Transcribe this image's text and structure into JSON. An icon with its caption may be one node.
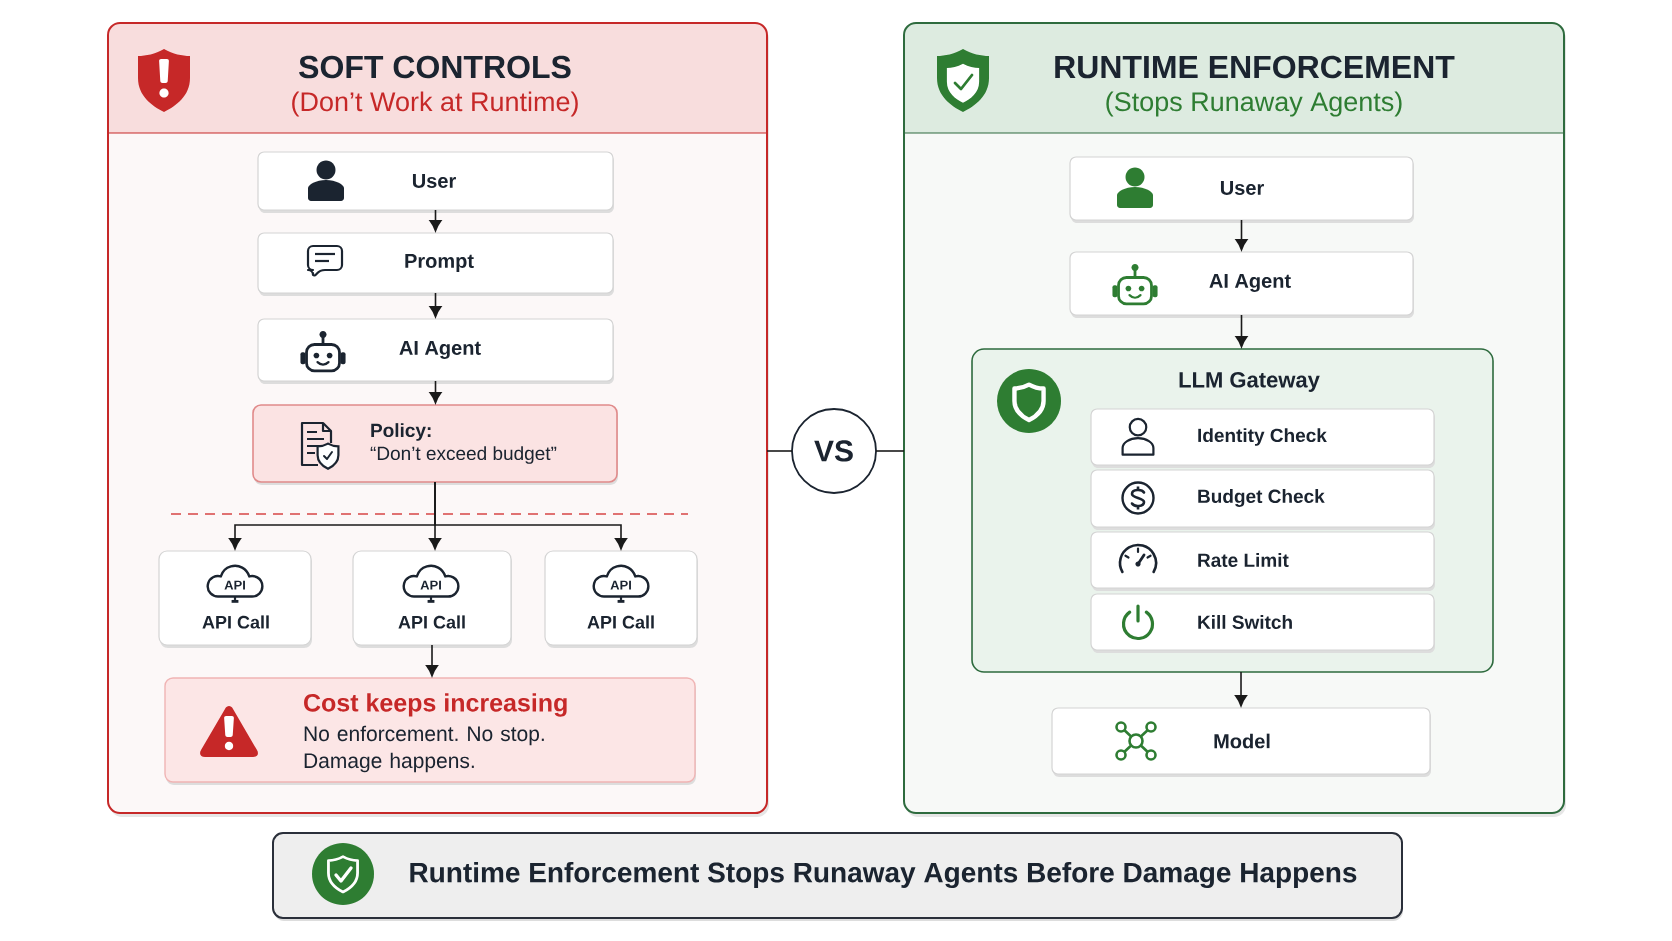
{
  "diagram": {
    "nodes": [
      {
        "text": [
          "SOFT CONTROLS",
          "(Don’t Work at Runtime)"
        ]
      },
      {
        "text": [
          "User"
        ],
        "in": 0
      },
      {
        "text": [
          "Prompt"
        ],
        "in": 0
      },
      {
        "text": [
          "AI Agent"
        ],
        "in": 0
      },
      {
        "text": [
          "Policy:",
          "“Don’t exceed budget”"
        ],
        "in": 0
      },
      {
        "text": [
          "API",
          "API Call"
        ],
        "in": 0
      },
      {
        "text": [
          "API",
          "API Call"
        ],
        "in": 0
      },
      {
        "text": [
          "API",
          "API Call"
        ],
        "in": 0
      },
      {
        "text": [
          "Cost keeps increasing",
          "No enforcement. No stop. Damage happens."
        ],
        "in": 0
      },
      {
        "text": [
          "VS"
        ]
      },
      {
        "text": [
          "RUNTIME ENFORCEMENT",
          "(Stops Runaway Agents)"
        ]
      },
      {
        "text": [
          "User"
        ],
        "in": 10
      },
      {
        "text": [
          "AI Agent"
        ],
        "in": 10
      },
      {
        "text": [
          "LLM Gateway"
        ],
        "in": 10
      },
      {
        "text": [
          "Identity Check"
        ],
        "in": 13
      },
      {
        "text": [
          "Budget Check"
        ],
        "in": 13
      },
      {
        "text": [
          "Rate Limit"
        ],
        "in": 13
      },
      {
        "text": [
          "Kill Switch"
        ],
        "in": 13
      },
      {
        "text": [
          "Model"
        ],
        "in": 10
      },
      {
        "text": [
          "Runtime Enforcement Stops Runaway Agents Before Damage Happens"
        ]
      }
    ],
    "edges": [
      {
        "from": 1,
        "to": 2,
        "arrow": "to"
      },
      {
        "from": 2,
        "to": 3,
        "arrow": "to"
      },
      {
        "from": 3,
        "to": 4,
        "arrow": "to"
      },
      {
        "from": 4,
        "to": 5,
        "arrow": "to"
      },
      {
        "from": 4,
        "to": 6,
        "arrow": "to"
      },
      {
        "from": 4,
        "to": 7,
        "arrow": "to"
      },
      {
        "from": 6,
        "to": 8,
        "arrow": "to"
      },
      {
        "from": 9,
        "to": 0,
        "arrow": "none"
      },
      {
        "from": 9,
        "to": 10,
        "arrow": "none"
      },
      {
        "from": 11,
        "to": 12,
        "arrow": "to"
      },
      {
        "from": 12,
        "to": 13,
        "arrow": "to"
      },
      {
        "from": 13,
        "to": 18,
        "arrow": "to"
      }
    ]
  }
}
